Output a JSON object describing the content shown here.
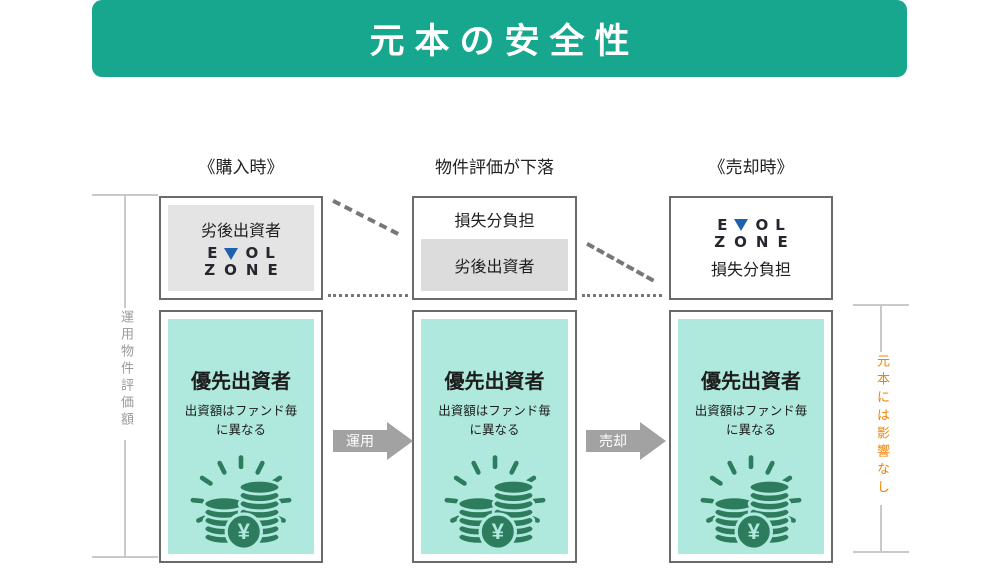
{
  "title": "元本の安全性",
  "stages": {
    "purchase": {
      "header": "《購入時》",
      "subordinated_label": "劣後出資者"
    },
    "decline": {
      "header": "物件評価が下落",
      "loss_label": "損失分負担",
      "subordinated_label": "劣後出資者"
    },
    "sale": {
      "header": "《売却時》",
      "loss_label": "損失分負担"
    }
  },
  "logo": {
    "char_e": "E",
    "chars_ol": "OL",
    "line2": "ZONE"
  },
  "priority_box": {
    "title": "優先出資者",
    "note_line1": "出資額はファンド毎",
    "note_line2": "に異なる"
  },
  "arrows": {
    "operate": "運用",
    "sell": "売却"
  },
  "side_labels": {
    "left": "運用物件評価額",
    "right": "元本には影響なし"
  },
  "icons": {
    "yen_symbol": "¥",
    "coins_icon": "coins-with-yen"
  },
  "colors": {
    "banner_green": "#17A78E",
    "panel_teal": "#AFE9DD",
    "coin_green": "#2D7C5E",
    "accent_orange": "#F08300",
    "logo_blue": "#1E62AD",
    "gray_panel": "#DCDCDC",
    "box_border": "#6A6A6A",
    "arrow_gray": "#A2A2A2"
  }
}
